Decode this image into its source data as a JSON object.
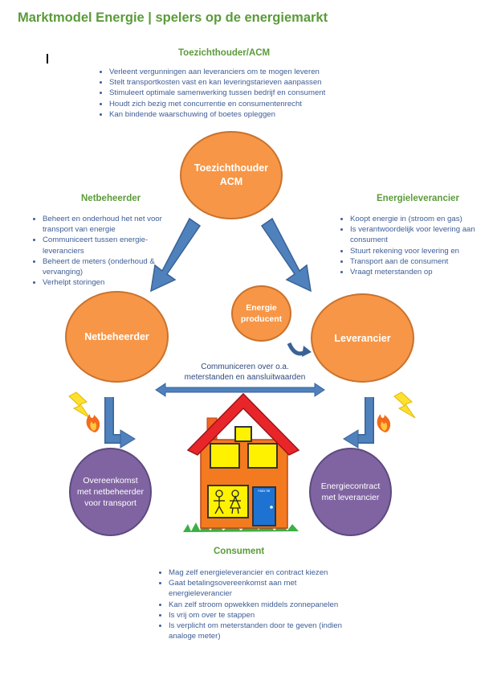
{
  "title": "Marktmodel  Energie | spelers op de energiemarkt",
  "regulator": {
    "heading": "Toezichthouder/ACM",
    "bullets": [
      "Verleent vergunningen aan leveranciers om te mogen leveren",
      "Stelt transportkosten vast en kan leveringstarieven aanpassen",
      "Stimuleert optimale samenwerking tussen bedrijf en consument",
      "Houdt zich bezig met concurrentie en consumentenrecht",
      "Kan bindende waarschuwing of boetes opleggen"
    ],
    "circle_line1": "Toezichthouder",
    "circle_line2": "ACM"
  },
  "netbeheerder": {
    "heading": "Netbeheerder",
    "bullets": [
      "Beheert en onderhoud het net voor transport van energie",
      "Communiceert tussen energie-leveranciers",
      "Beheert de meters (onderhoud & vervanging)",
      "Verhelpt storingen"
    ],
    "circle_label": "Netbeheerder"
  },
  "leverancier": {
    "heading": "Energieleverancier",
    "bullets": [
      "Koopt energie in (stroom en gas)",
      "Is verantwoordelijk voor levering aan consument",
      "Stuurt rekening voor levering en",
      "Transport aan de consument",
      "Vraagt meterstanden op"
    ],
    "circle_label": "Leverancier"
  },
  "producer": {
    "line1": "Energie",
    "line2": "producent"
  },
  "communication": {
    "line1": "Communiceren over o.a.",
    "line2": "meterstanden en aansluitwaarden"
  },
  "agreement_left": {
    "line1": "Overeenkomst",
    "line2": "met netbeheerder",
    "line3": "voor transport"
  },
  "agreement_right": {
    "line1": "Energiecontract",
    "line2": "met leverancier"
  },
  "house": {
    "door_sign": "Huis Nr"
  },
  "consument": {
    "heading": "Consument",
    "bullets": [
      "Mag zelf energieleverancier en contract kiezen",
      "Gaat betalingsovereenkomst aan met energieleverancier",
      "Kan zelf stroom opwekken middels zonnepanelen",
      "Is vrij om over te stappen",
      "Is verplicht om meterstanden door te geven (indien analoge meter)"
    ]
  },
  "colors": {
    "title_green": "#5b9b3a",
    "orange": "#f79646",
    "purple": "#8064a2",
    "arrow_blue": "#4f81bd",
    "text_blue": "#3e5d96"
  },
  "icons": [
    "lightning-icon",
    "flame-icon",
    "house-icon",
    "cycle-arrow-icon"
  ]
}
